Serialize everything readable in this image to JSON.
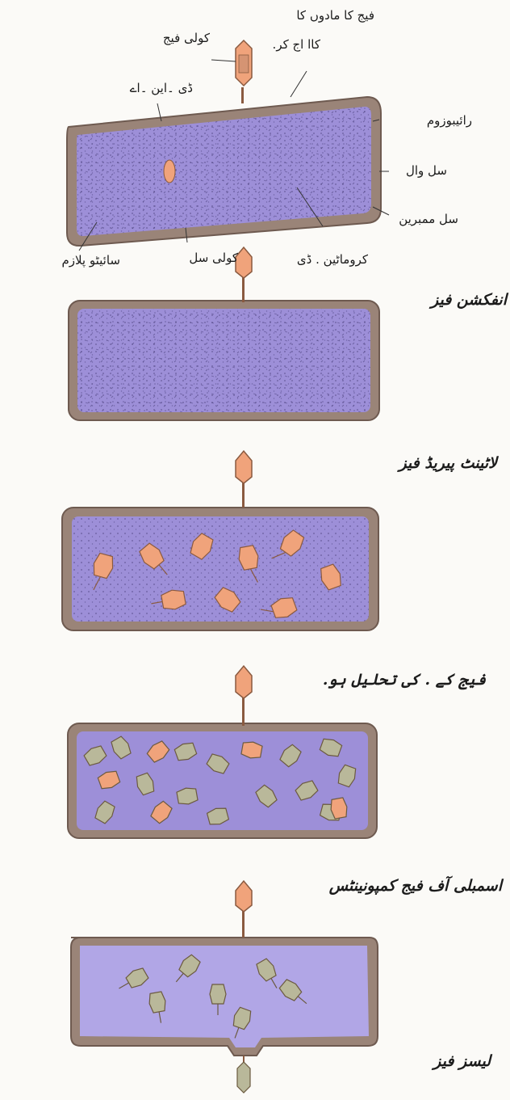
{
  "colors": {
    "wall": "#9a8478",
    "wall_dark": "#6e5a50",
    "cytoplasm": "#9d8fd8",
    "cytoplasm_light": "#b1a6e6",
    "phage_fill": "#f0a37b",
    "phage_stroke": "#8a5a40",
    "mature_fill": "#b9b89a",
    "speckle": "#3a2f6a"
  },
  "labels": {
    "phage_material": "فیج کا مادوں کا",
    "phage_material_2": "کاا اج کر.",
    "coli_phage": "کولی فیج",
    "dna": "ڈی ۔این ۔اے",
    "ribosome": "رائیبوزوم",
    "cell_wall": "سل وال",
    "cell_membrane": "سل ممبرین",
    "chromatin": "کروماٹین . ڈی",
    "coli_cell": "کولی سل",
    "cytoplasm": "سائیٹو پلازم"
  },
  "stages": {
    "infection": "انفکشن فیز",
    "latent": "لاٹینٹ پیریڈ فیز",
    "dissolution": "فیج کے . کی تحلیل ہو.",
    "assembly": "اسمبلی آف فیج کمپونینٹس",
    "lysis": "لیسز  فیز"
  }
}
